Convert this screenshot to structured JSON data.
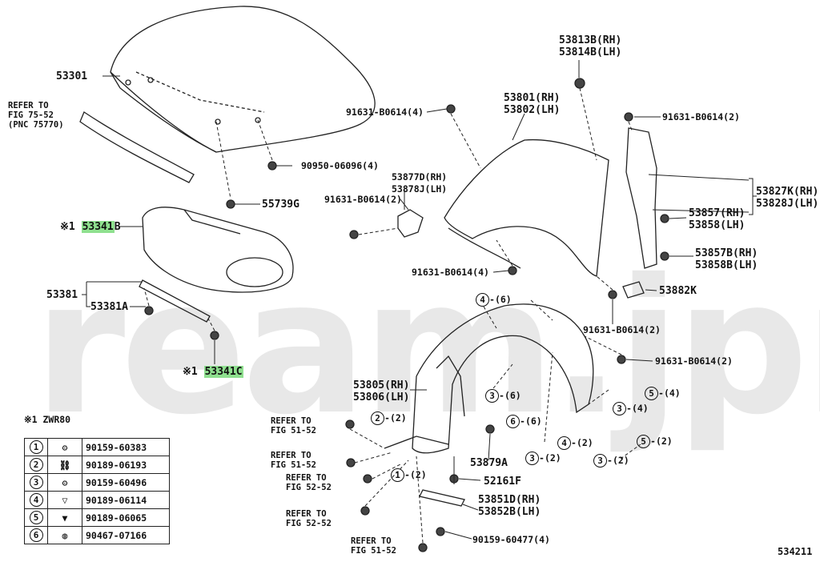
{
  "watermark": "ream.jpn",
  "figure_number": "534211",
  "footnote": "※1 ZWR80",
  "labels": {
    "hood": "53301",
    "refer_7552": "REFER TO\nFIG 75-52\n(PNC 75770)",
    "cushion_09050": "90950-06096(4)",
    "clip_55739": "55739G",
    "mark1a": "※1",
    "hl_53341": "53341",
    "suffix_B": "B",
    "seal_53381": "53381",
    "seal_53381A": "53381A",
    "mark1b": "※1",
    "hl_53341C": "53341C",
    "bolt_91631_a": "91631-B0614(4)",
    "br_53877D": "53877D(RH)",
    "br_53878J": "53878J(LH)",
    "bolt_91631_b": "91631-B0614(2)",
    "fender_53801": "53801(RH)",
    "fender_53802": "53802(LH)",
    "bolt_91631_c": "91631-B0614(4)",
    "stop_53813B": "53813B(RH)",
    "stop_53814B": "53814B(LH)",
    "bolt_91631_d": "91631-B0614(2)",
    "mold_53827K": "53827K(RH)",
    "mold_53828J": "53828J(LH)",
    "seal_53857": "53857(RH)",
    "seal_53858": "53858(LH)",
    "seal_53857B": "53857B(RH)",
    "seal_53858B": "53858B(LH)",
    "plate_53882K": "53882K",
    "bolt_91631_e": "91631-B0614(2)",
    "bolt_91631_f": "91631-B0614(2)",
    "liner_53805": "53805(RH)",
    "liner_53806": "53806(LH)",
    "seal_53879A": "53879A",
    "clip_52161F": "52161F",
    "seal_53851D": "53851D(RH)",
    "seal_53852B": "53852B(LH)",
    "screw_90159": "90159-60477(4)",
    "ref_5152_a": "REFER TO\nFIG 51-52",
    "ref_5152_b": "REFER TO\nFIG 51-52",
    "ref_5252_a": "REFER TO\nFIG 52-52",
    "ref_5252_b": "REFER TO\nFIG 52-52",
    "ref_5152_c": "REFER TO\nFIG 51-52"
  },
  "callouts": {
    "c4_6": "(6)",
    "c3_6": "(6)",
    "c6_6": "(6)",
    "c2_2a": "(2)",
    "c5_4": "(4)",
    "c3_4": "(4)",
    "c4_2": "(2)",
    "c5_2": "(2)",
    "c3_2a": "(2)",
    "c3_2b": "(2)",
    "c1_2": "(2)"
  },
  "legend": [
    {
      "num": "1",
      "part": "90159-60383"
    },
    {
      "num": "2",
      "part": "90189-06193"
    },
    {
      "num": "3",
      "part": "90159-60496"
    },
    {
      "num": "4",
      "part": "90189-06114"
    },
    {
      "num": "5",
      "part": "90189-06065"
    },
    {
      "num": "6",
      "part": "90467-07166"
    }
  ]
}
